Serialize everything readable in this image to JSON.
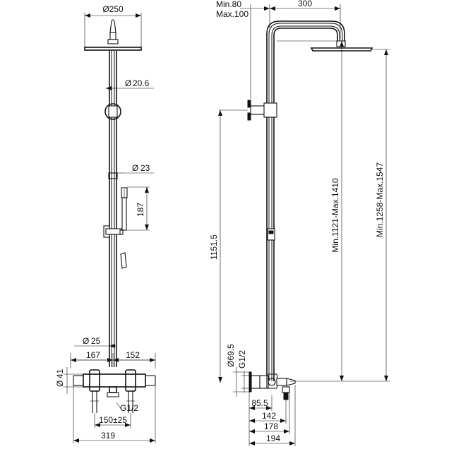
{
  "dimensions": {
    "head_diameter": "Ø250",
    "pipe_diameter": "20.6",
    "handshower_diameter": "23",
    "handshower_length": "187",
    "knob_diameter": "25",
    "left_spacing": "167",
    "right_spacing": "152",
    "body_diameter": "41",
    "inlet_thread": "G1/2",
    "inlet_spacing": "150±25",
    "overall_width": "319",
    "arm_min": "Min.80",
    "arm_max": "Max.100",
    "arm_length": "300",
    "height_fixed": "1151.5",
    "height_column": "Min.1121-Max.1410",
    "height_total": "Min.1258-Max.1547",
    "side_diameter": "Ø69.5",
    "side_thread": "G1/2",
    "depth_1": "85.5",
    "depth_2": "142",
    "depth_3": "178",
    "depth_4": "194"
  }
}
